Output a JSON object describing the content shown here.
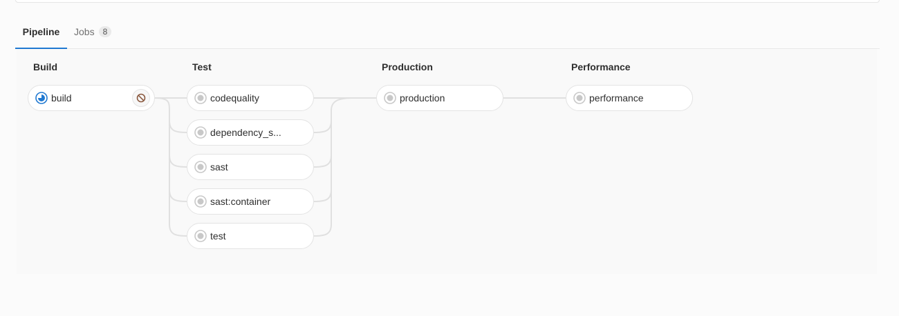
{
  "tabs": {
    "pipeline_label": "Pipeline",
    "jobs_label": "Jobs",
    "jobs_count": "8"
  },
  "stages": {
    "build": {
      "title": "Build",
      "jobs": [
        {
          "name": "build",
          "status": "running",
          "action": "cancel"
        }
      ]
    },
    "test": {
      "title": "Test",
      "jobs": [
        {
          "name": "codequality",
          "status": "created"
        },
        {
          "name": "dependency_s...",
          "status": "created"
        },
        {
          "name": "sast",
          "status": "created"
        },
        {
          "name": "sast:container",
          "status": "created"
        },
        {
          "name": "test",
          "status": "created"
        }
      ]
    },
    "production": {
      "title": "Production",
      "jobs": [
        {
          "name": "production",
          "status": "created"
        }
      ]
    },
    "performance": {
      "title": "Performance",
      "jobs": [
        {
          "name": "performance",
          "status": "created"
        }
      ]
    }
  },
  "colors": {
    "running": "#1f78d1",
    "created": "#c0c0c0",
    "cancel": "#8b5a40",
    "active_tab": "#1f78d1"
  }
}
